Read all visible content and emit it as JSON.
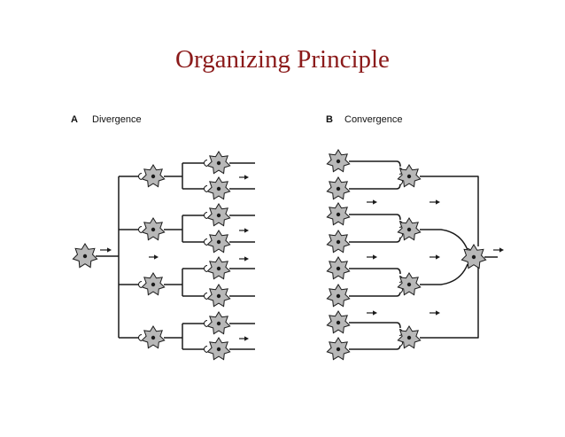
{
  "title": "Organizing Principle",
  "panels": {
    "divergence": {
      "letter": "A",
      "label": "Divergence"
    },
    "convergence": {
      "letter": "B",
      "label": "Convergence"
    }
  },
  "colors": {
    "title": "#8b1a1a",
    "line": "#1a1a1a",
    "cell_fill": "#b8b8b8"
  }
}
